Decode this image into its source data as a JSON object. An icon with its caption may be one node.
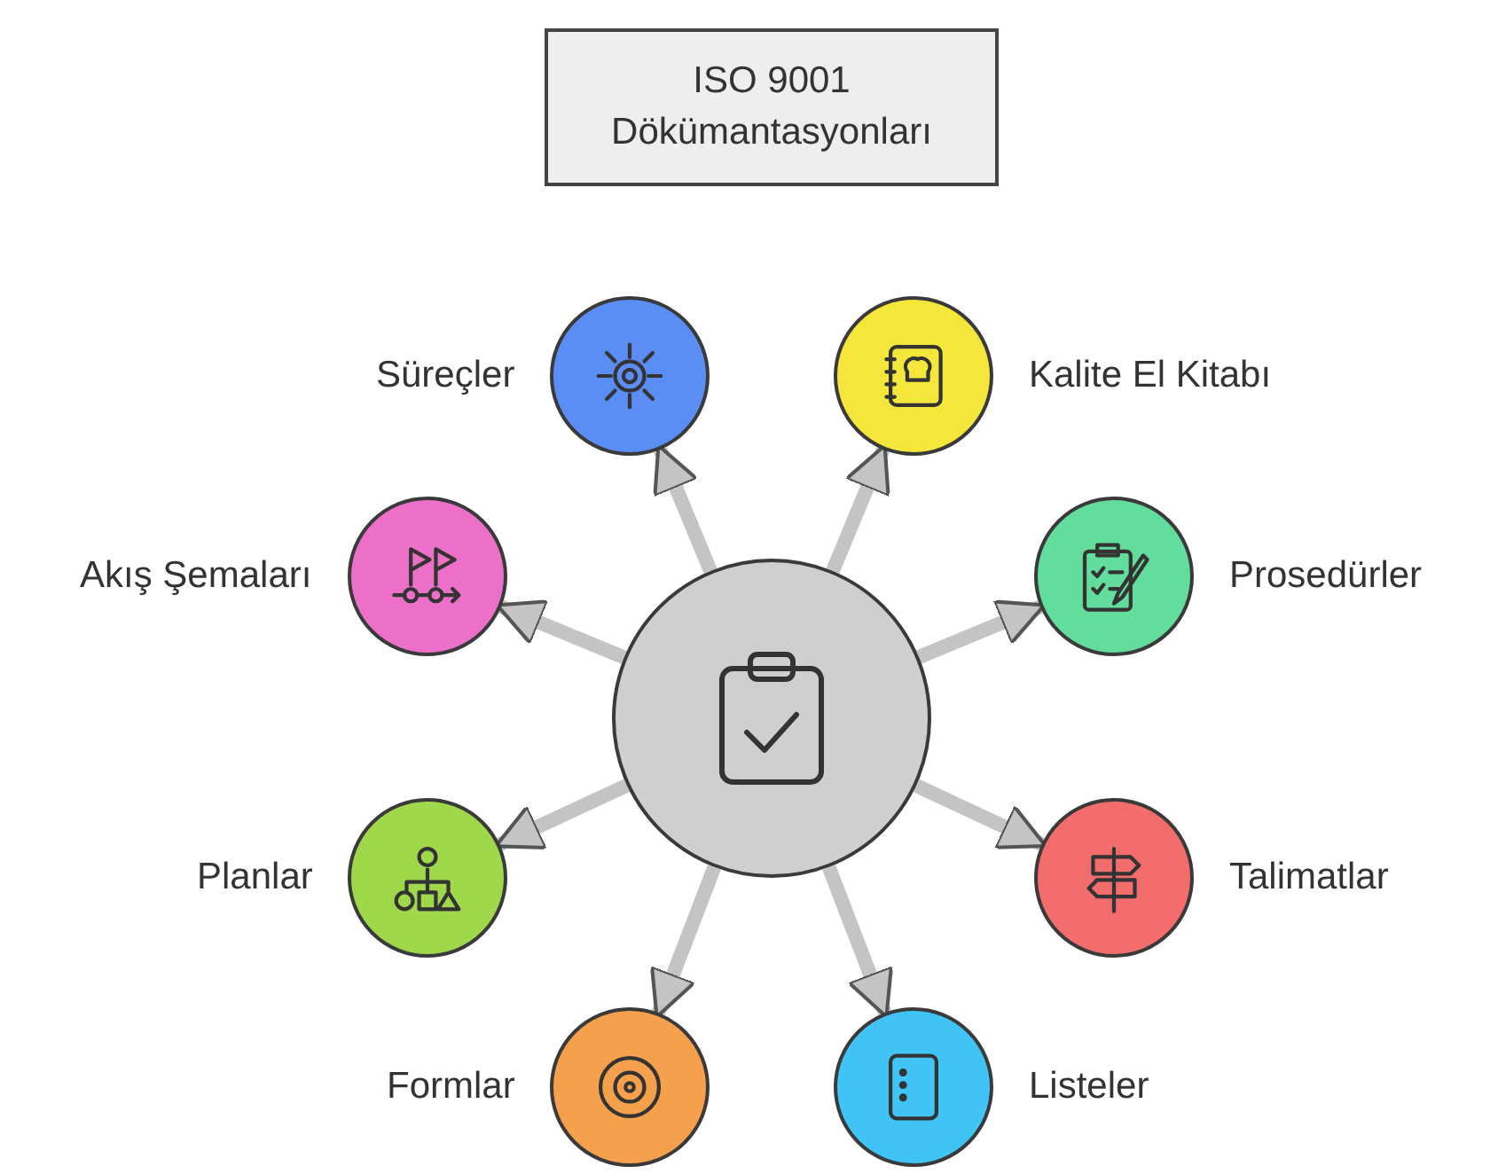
{
  "diagram": {
    "nodes": [
      {
        "text": [
          "ISO 9001 Dökümantasyonları"
        ]
      },
      {
        "text": [],
        "shape": "circle"
      },
      {
        "text": [],
        "shape": "circle",
        "beside": [
          "Süreçler"
        ]
      },
      {
        "text": [],
        "shape": "circle",
        "beside": [
          "Kalite El Kitabı"
        ]
      },
      {
        "text": [],
        "shape": "circle",
        "beside": [
          "Akış Şemaları"
        ]
      },
      {
        "text": [],
        "shape": "circle",
        "beside": [
          "Prosedürler"
        ]
      },
      {
        "text": [],
        "shape": "circle",
        "beside": [
          "Planlar"
        ]
      },
      {
        "text": [],
        "shape": "circle",
        "beside": [
          "Talimatlar"
        ]
      },
      {
        "text": [],
        "shape": "circle",
        "beside": [
          "Formlar"
        ]
      },
      {
        "text": [],
        "shape": "circle",
        "beside": [
          "Listeler"
        ]
      }
    ],
    "edges": [
      {
        "from": 1,
        "to": 2,
        "arrow": "to"
      },
      {
        "from": 1,
        "to": 3,
        "arrow": "to"
      },
      {
        "from": 1,
        "to": 4,
        "arrow": "to"
      },
      {
        "from": 1,
        "to": 5,
        "arrow": "to"
      },
      {
        "from": 1,
        "to": 6,
        "arrow": "to"
      },
      {
        "from": 1,
        "to": 7,
        "arrow": "to"
      },
      {
        "from": 1,
        "to": 8,
        "arrow": "to"
      },
      {
        "from": 1,
        "to": 9,
        "arrow": "to"
      }
    ]
  }
}
